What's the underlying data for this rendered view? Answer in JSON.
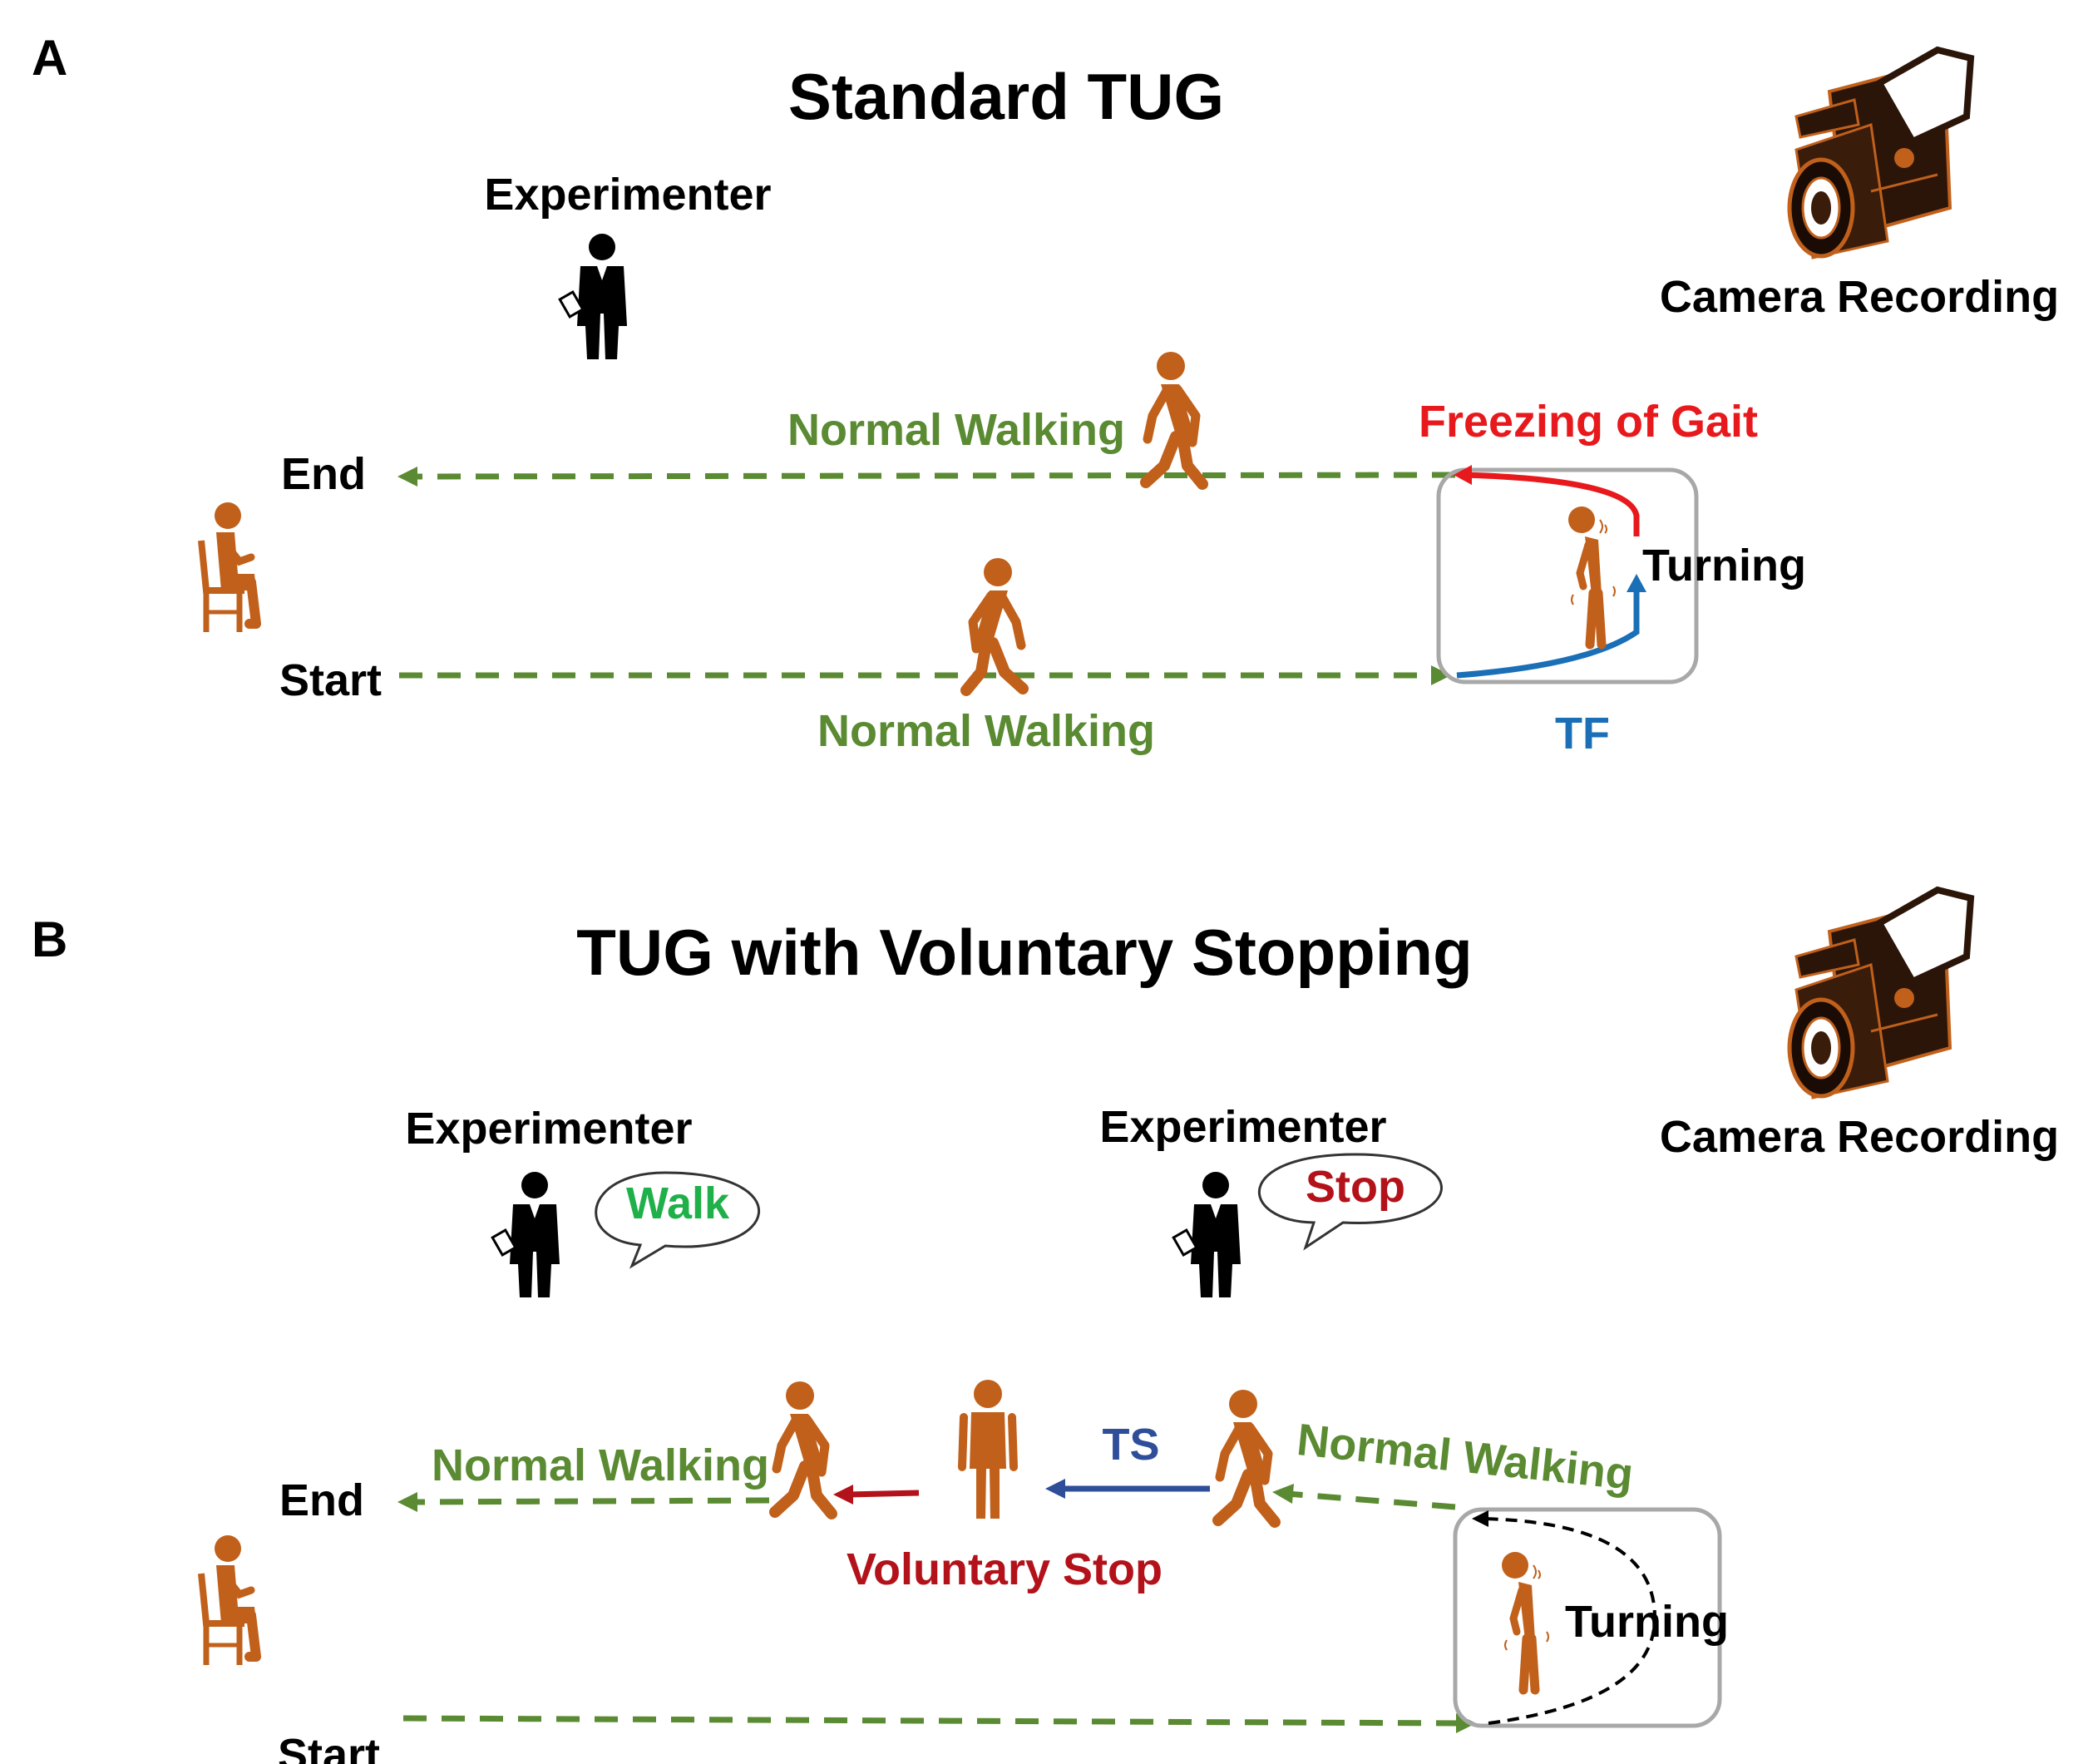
{
  "panel_a": {
    "letter": "A",
    "title": "Standard TUG",
    "experimenter": "Experimenter",
    "camera": "Camera Recording",
    "end": "End",
    "start": "Start",
    "walk_top": "Normal Walking",
    "walk_bottom": "Normal Walking",
    "fog": "Freezing of Gait",
    "turning": "Turning",
    "tf": "TF"
  },
  "panel_b": {
    "letter": "B",
    "title": "TUG with Voluntary Stopping",
    "experimenter_left": "Experimenter",
    "experimenter_right": "Experimenter",
    "speech_walk": "Walk",
    "speech_stop": "Stop",
    "camera": "Camera Recording",
    "end": "End",
    "start": "Start",
    "walk_left": "Normal Walking",
    "walk_right": "Normal Walking",
    "ts": "TS",
    "voluntary_stop": "Voluntary Stop",
    "turning": "Turning"
  },
  "colors": {
    "green": "#5a8a32",
    "red": "#e8191c",
    "blue": "#1a6fb6",
    "dark_red": "#b3121a",
    "navy": "#2e4e9a",
    "orange": "#c0601b",
    "bright_green": "#1fb04a",
    "black": "#000000"
  },
  "icons": [
    "experimenter-icon",
    "walking-person-icon",
    "seated-person-icon",
    "standing-person-icon",
    "freezing-person-icon",
    "video-camera-icon",
    "speech-bubble-icon"
  ]
}
